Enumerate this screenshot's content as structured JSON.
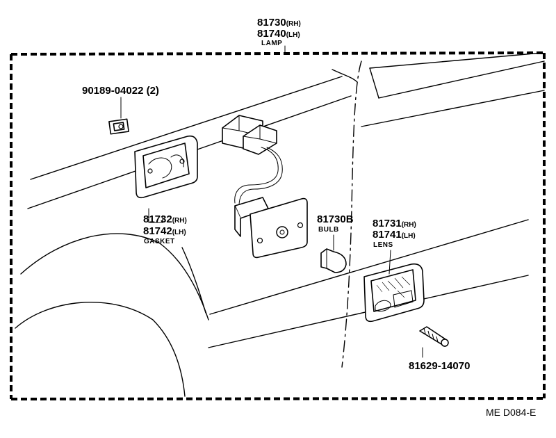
{
  "lamp": {
    "rh": "81730",
    "rh_suffix": "(RH)",
    "lh": "81740",
    "lh_suffix": "(LH)",
    "name": "LAMP"
  },
  "clip": {
    "part_no": "90189-04022 (2)"
  },
  "gasket": {
    "rh": "81732",
    "rh_suffix": "(RH)",
    "lh": "81742",
    "lh_suffix": "(LH)",
    "name": "GASKET"
  },
  "bulb": {
    "part_no": "81730B",
    "name": "BULB"
  },
  "lens": {
    "rh": "81731",
    "rh_suffix": "(RH)",
    "lh": "81741",
    "lh_suffix": "(LH)",
    "name": "LENS"
  },
  "screw": {
    "part_no": "81629-14070"
  },
  "footer": {
    "code": "ME  D084-E"
  }
}
